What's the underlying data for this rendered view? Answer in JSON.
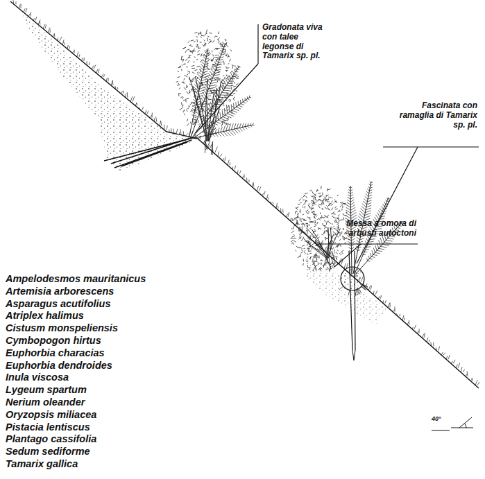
{
  "diagram": {
    "labels": [
      "Gradonata viva con talee legonse di Tamarix sp. pl.",
      "Fascinata con ramaglia di Tamarix sp. pl.",
      "Messa a omora di arbusti autoctoni",
      "Ampelodesmos mauritanicus",
      "Artemisia arborescens",
      "Asparagus acutifolius",
      "Atriplex halimus",
      "Cistusm monspeliensis",
      "Cymbopogon hirtus",
      "Euphorbia characias",
      "Euphorbia dendroides",
      "Inula viscosa",
      "Lygeum spartum",
      "Nerium oleander",
      "Oryzopsis miliacea",
      "Pistacia lentiscus",
      "Plantago cassifolia",
      "Sedum sediforme",
      "Tamarix gallica",
      "40°"
    ]
  }
}
